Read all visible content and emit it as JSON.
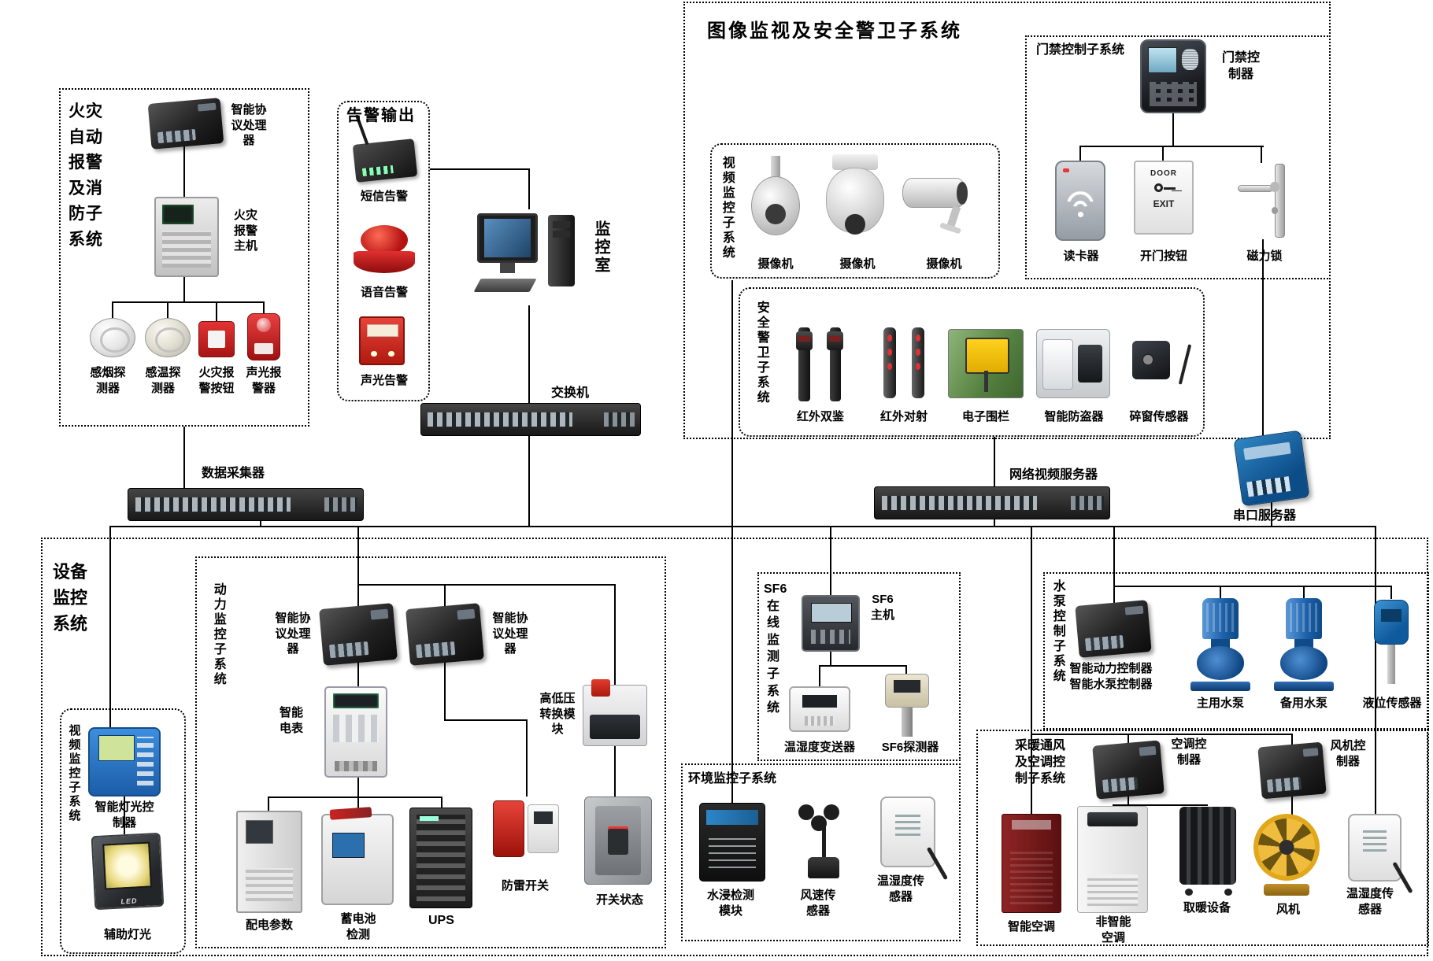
{
  "titles": {
    "image_security": "图像监视及安全警卫子系统",
    "access_sub": "门禁控制子系统",
    "video_sub": "视频监控子系统",
    "guard_sub": "安全警卫子系统",
    "fire_sub": "火灾自动报警及消防子系统",
    "alarm_out": "告警输出",
    "monitor_room": "监控室",
    "device_monitor": "设备监控系统",
    "video_sub2": "视频监控子系统",
    "power_sub": "动力监控子系统",
    "sf6_sub": "SF6在线监测子系统",
    "env_sub": "环境监控子系统",
    "pump_sub": "水泵控制子系统",
    "hvac_sub": "采暖通风及空调控制子系统"
  },
  "labels": {
    "fire_processor": "智能协议处理器",
    "fire_host": "火灾报警主机",
    "smoke_detector": "感烟探测器",
    "heat_detector": "感温探测器",
    "fire_button": "火灾报警按钮",
    "fire_strobe": "声光报警器",
    "sms_alarm": "短信告警",
    "voice_alarm": "语音告警",
    "sound_light_alarm": "声光告警",
    "switch": "交换机",
    "data_collector": "数据采集器",
    "access_controller": "门禁控制器",
    "card_reader": "读卡器",
    "door_button": "开门按钮",
    "magnetic_lock": "磁力锁",
    "camera1": "摄像机",
    "camera2": "摄像机",
    "camera3": "摄像机",
    "ir_dual": "红外双鉴",
    "ir_beam": "红外对射",
    "electric_fence": "电子围栏",
    "smart_antitheft": "智能防盗器",
    "window_break_sensor": "碎窗传感器",
    "net_video_server": "网络视频服务器",
    "serial_server": "串口服务器",
    "smart_light_ctrl": "智能灯光控制器",
    "aux_light": "辅助灯光",
    "power_processor1": "智能协议处理器",
    "power_processor2": "智能协议处理器",
    "smart_meter": "智能电表",
    "hv_module": "高低压转换模块",
    "power_params": "配电参数",
    "battery_check": "蓄电池检测",
    "ups": "UPS",
    "lightning_switch": "防雷开关",
    "switch_status": "开关状态",
    "sf6_host": "SF6主机",
    "th_transmitter": "温湿度变送器",
    "sf6_detector": "SF6探测器",
    "water_module": "水浸检测模块",
    "wind_sensor": "风速传感器",
    "th_sensor1": "温湿度传感器",
    "pump_ctrl": "智能动力控制器\n智能水泵控制器",
    "main_pump": "主用水泵",
    "backup_pump": "备用水泵",
    "level_sensor": "液位传感器",
    "ac_ctrl": "空调控制器",
    "fan_ctrl": "风机控制器",
    "smart_ac": "智能空调",
    "plain_ac": "非智能空调",
    "heater": "取暖设备",
    "fan": "风机",
    "th_sensor2": "温湿度传感器",
    "door_face_top": "DOOR",
    "door_face_bottom": "EXIT",
    "led": "LED"
  }
}
